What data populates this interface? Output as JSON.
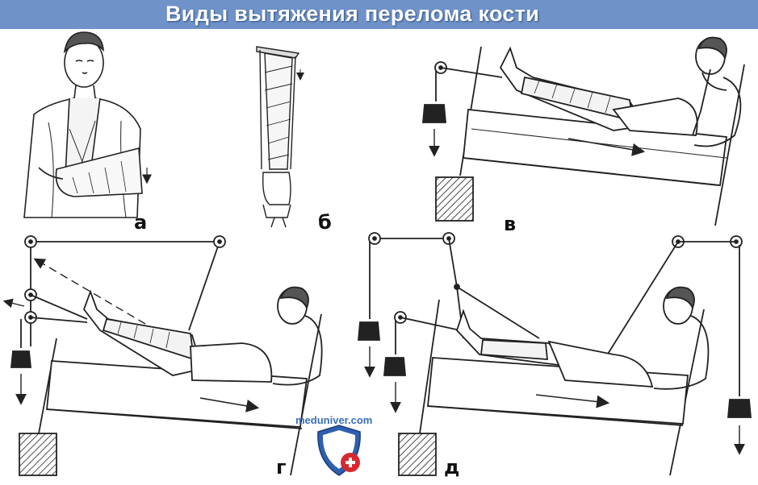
{
  "header": {
    "title": "Виды вытяжения перелома кости"
  },
  "panels": {
    "a": {
      "label": "а"
    },
    "b": {
      "label": "б"
    },
    "v": {
      "label": "в"
    },
    "g": {
      "label": "г"
    },
    "d": {
      "label": "д"
    }
  },
  "watermark": {
    "text": "meduniver.com"
  },
  "colors": {
    "title_bar": "#6f93c9",
    "title_text": "#ffffff",
    "line": "#222222",
    "shield_blue": "#2f5fae",
    "shield_red": "#d8282f"
  }
}
